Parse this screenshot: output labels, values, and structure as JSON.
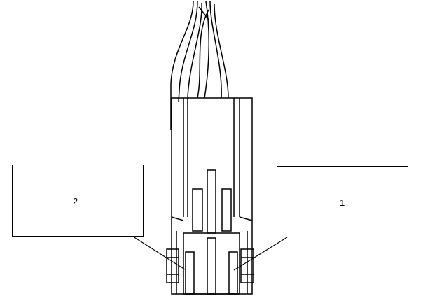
{
  "callouts": [
    {
      "id": "2",
      "label": "2"
    },
    {
      "id": "1",
      "label": "1"
    }
  ]
}
